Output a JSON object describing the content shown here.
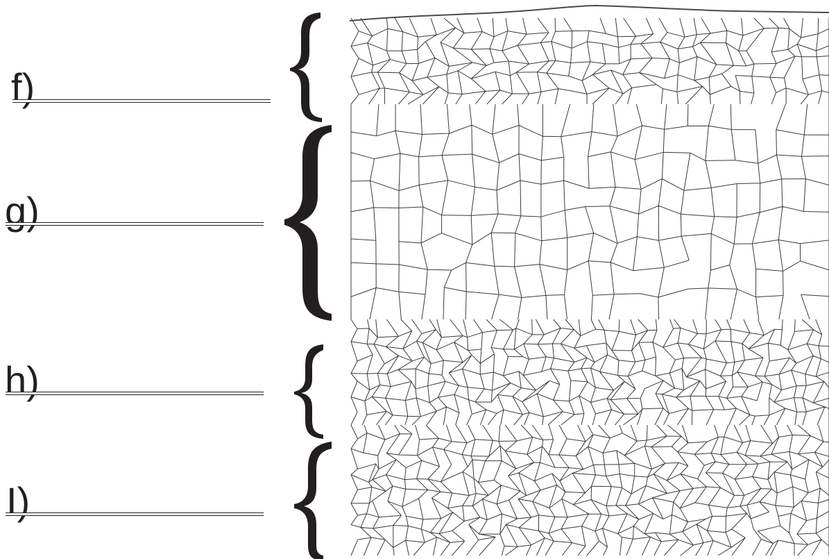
{
  "labels": [
    {
      "id": "f",
      "text": "f)"
    },
    {
      "id": "g",
      "text": "g)"
    },
    {
      "id": "h",
      "text": "h)"
    },
    {
      "id": "i",
      "text": "I)"
    }
  ],
  "colors": {
    "ink": "#231f20",
    "cell_line": "#3a3a3a",
    "background": "#ffffff"
  },
  "icons": {
    "bracket": "curly-brace-left"
  },
  "layers": [
    "tissue-f",
    "tissue-g",
    "tissue-h",
    "tissue-i"
  ]
}
